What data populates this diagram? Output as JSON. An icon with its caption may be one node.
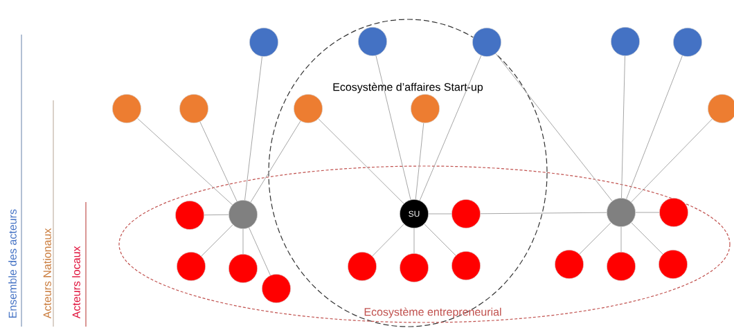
{
  "diagram": {
    "nodes": [
      {
        "text": [],
        "shape": "circle"
      },
      {
        "text": [],
        "shape": "circle"
      },
      {
        "text": [],
        "shape": "circle"
      },
      {
        "text": [],
        "shape": "circle"
      },
      {
        "text": [],
        "shape": "circle"
      },
      {
        "text": [],
        "shape": "circle"
      },
      {
        "text": [],
        "shape": "circle"
      },
      {
        "text": [],
        "shape": "circle"
      },
      {
        "text": [],
        "shape": "circle"
      },
      {
        "text": [],
        "shape": "circle"
      },
      {
        "text": [],
        "shape": "circle"
      },
      {
        "text": [],
        "shape": "circle"
      },
      {
        "text": [
          "SU"
        ]
      },
      {
        "text": [],
        "shape": "circle"
      },
      {
        "text": [],
        "shape": "circle"
      },
      {
        "text": [],
        "shape": "circle"
      },
      {
        "text": [],
        "shape": "circle"
      },
      {
        "text": [],
        "shape": "circle"
      },
      {
        "text": [],
        "shape": "circle"
      },
      {
        "text": [],
        "shape": "circle"
      },
      {
        "text": [],
        "shape": "circle"
      },
      {
        "text": [],
        "shape": "circle"
      },
      {
        "text": [],
        "shape": "circle"
      },
      {
        "text": [],
        "shape": "circle"
      },
      {
        "text": [],
        "shape": "circle"
      }
    ],
    "edges": [
      {
        "from": 11,
        "to": 5,
        "arrow": "none"
      },
      {
        "from": 11,
        "to": 6,
        "arrow": "none"
      },
      {
        "from": 11,
        "to": 0,
        "arrow": "none"
      },
      {
        "from": 11,
        "to": 7,
        "arrow": "none"
      },
      {
        "from": 11,
        "to": 10,
        "arrow": "none"
      },
      {
        "from": 11,
        "to": 16,
        "arrow": "none"
      },
      {
        "from": 11,
        "to": 17,
        "arrow": "none"
      },
      {
        "from": 11,
        "to": 24,
        "arrow": "none"
      },
      {
        "from": 12,
        "to": 7,
        "arrow": "none"
      },
      {
        "from": 12,
        "to": 1,
        "arrow": "none"
      },
      {
        "from": 12,
        "to": 8,
        "arrow": "none"
      },
      {
        "from": 12,
        "to": 2,
        "arrow": "none"
      },
      {
        "from": 12,
        "to": 13,
        "arrow": "none"
      },
      {
        "from": 12,
        "to": 18,
        "arrow": "none"
      },
      {
        "from": 12,
        "to": 19,
        "arrow": "none"
      },
      {
        "from": 12,
        "to": 20,
        "arrow": "none"
      },
      {
        "from": 13,
        "to": 14,
        "arrow": "none"
      },
      {
        "from": 14,
        "to": 2,
        "arrow": "none"
      },
      {
        "from": 14,
        "to": 3,
        "arrow": "none"
      },
      {
        "from": 14,
        "to": 4,
        "arrow": "none"
      },
      {
        "from": 14,
        "to": 9,
        "arrow": "none"
      },
      {
        "from": 14,
        "to": 15,
        "arrow": "none"
      },
      {
        "from": 14,
        "to": 21,
        "arrow": "none"
      },
      {
        "from": 14,
        "to": 22,
        "arrow": "none"
      },
      {
        "from": 14,
        "to": 23,
        "arrow": "none"
      }
    ],
    "labels": [
      "Ecosystème d’affaires Start-up",
      "Ensemble des acteurs",
      "Acteurs Nationaux",
      "Acteurs locaux",
      "Ecosystème entrepreneurial"
    ]
  }
}
